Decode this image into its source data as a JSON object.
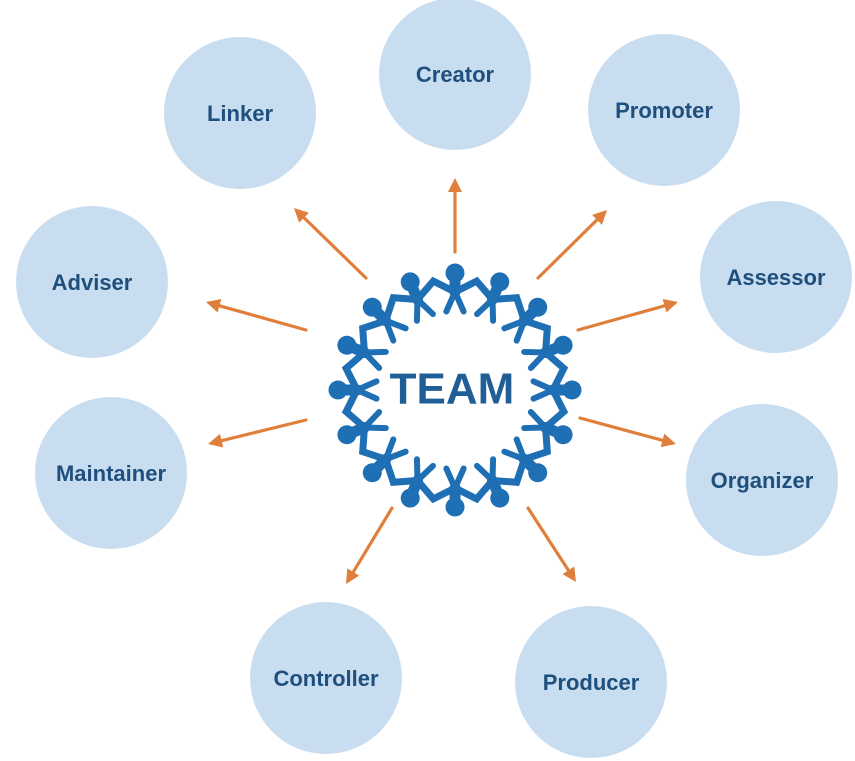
{
  "diagram": {
    "center_label": "TEAM",
    "roles": [
      {
        "label": "Creator"
      },
      {
        "label": "Promoter"
      },
      {
        "label": "Assessor"
      },
      {
        "label": "Organizer"
      },
      {
        "label": "Producer"
      },
      {
        "label": "Controller"
      },
      {
        "label": "Maintainer"
      },
      {
        "label": "Adviser"
      },
      {
        "label": "Linker"
      }
    ]
  },
  "colors": {
    "role_fill": "#c8ddf0",
    "role_text": "#1f4f7d",
    "arrow": "#e07f3c",
    "team_people": "#1f6fb5",
    "team_text": "#1f5f96"
  }
}
